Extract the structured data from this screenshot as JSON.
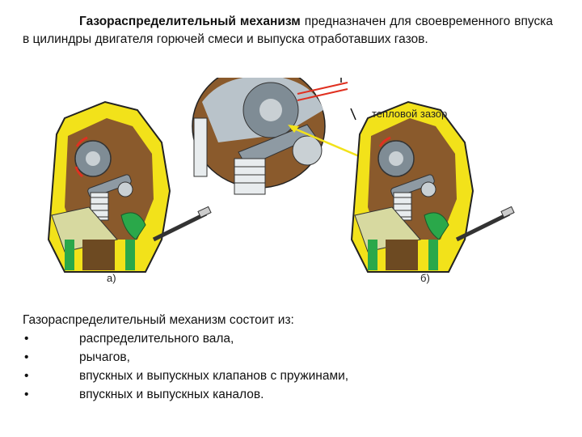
{
  "intro": {
    "term": "Газораспределительный механизм",
    "text_after_term": " предназначен для своевременного впуска в цилиндры двигателя горючей смеси и выпуска отработавших газов."
  },
  "figure": {
    "callout_label": "тепловой зазор",
    "caption_left": "а)",
    "caption_right": "б)",
    "colors": {
      "engine_yellow": "#f2e21a",
      "engine_brown": "#8a5a2c",
      "metal_gray": "#8e9aa3",
      "accent_red": "#e03020",
      "port_green": "#2aa84a"
    }
  },
  "composition": {
    "lead": "Газораспределительный механизм  состоит из:",
    "bullet_symbol": "•",
    "items": [
      "распределительного вала,",
      "рычагов,",
      "впускных и выпускных клапанов с пружинами,",
      "впускных и выпускных каналов."
    ]
  }
}
